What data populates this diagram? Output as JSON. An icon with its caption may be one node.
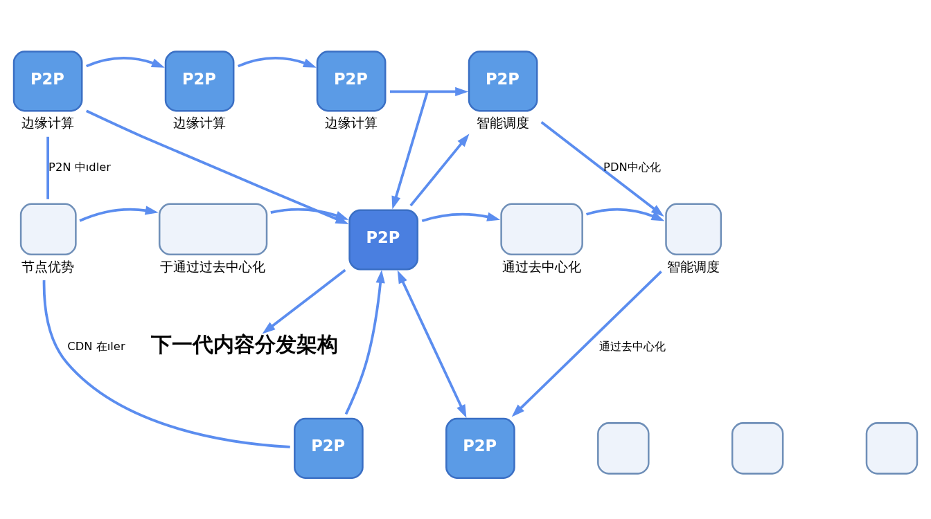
{
  "diagram": {
    "nodes": [
      {
        "text": [
          "P2P"
        ],
        "beside": [
          "边缘计算"
        ]
      },
      {
        "text": [
          "P2P"
        ],
        "beside": [
          "边缘计算"
        ]
      },
      {
        "text": [
          "P2P"
        ],
        "beside": [
          "边缘计算"
        ]
      },
      {
        "text": [
          "P2P"
        ],
        "beside": [
          "智能调度"
        ]
      },
      {
        "text": [],
        "shape": "box",
        "beside": [
          "节点优势"
        ]
      },
      {
        "text": [],
        "shape": "box",
        "beside": [
          "于通过过去中心化"
        ]
      },
      {
        "text": [
          "P2P"
        ]
      },
      {
        "text": [],
        "shape": "box",
        "beside": [
          "通过去中心化"
        ]
      },
      {
        "text": [],
        "shape": "box",
        "beside": [
          "智能调度"
        ]
      },
      {
        "text": [
          "下一代内容分发架构"
        ]
      },
      {
        "text": [
          "P2P"
        ]
      },
      {
        "text": [
          "P2P"
        ]
      },
      {
        "text": [],
        "shape": "box"
      },
      {
        "text": [],
        "shape": "box"
      },
      {
        "text": [],
        "shape": "box"
      }
    ],
    "edges": [
      {
        "from": 0,
        "to": 1,
        "arrow": "to"
      },
      {
        "from": 1,
        "to": 2,
        "arrow": "to"
      },
      {
        "from": 2,
        "to": 3,
        "arrow": "to"
      },
      {
        "from": 0,
        "to": 6,
        "arrow": "to"
      },
      {
        "from": null,
        "to": 6,
        "arrow": "to"
      },
      {
        "from": 6,
        "to": 3,
        "arrow": "to"
      },
      {
        "from": 0,
        "to": 4,
        "arrow": "none",
        "label": "P2N 中ıdler"
      },
      {
        "from": 3,
        "to": 8,
        "arrow": "to",
        "label": "PDN中心化"
      },
      {
        "from": 4,
        "to": 5,
        "arrow": "to"
      },
      {
        "from": 5,
        "to": 6,
        "arrow": "to"
      },
      {
        "from": 6,
        "to": 7,
        "arrow": "to"
      },
      {
        "from": 7,
        "to": 8,
        "arrow": "to"
      },
      {
        "from": 4,
        "to": 10,
        "arrow": "none",
        "label": "CDN 在ıler"
      },
      {
        "from": 10,
        "to": 6,
        "arrow": "to"
      },
      {
        "from": 6,
        "to": 9,
        "arrow": "to"
      },
      {
        "from": 8,
        "to": 11,
        "arrow": "to",
        "label": "通过去中心化"
      },
      {
        "from": 6,
        "to": 11,
        "arrow": "both"
      }
    ]
  }
}
